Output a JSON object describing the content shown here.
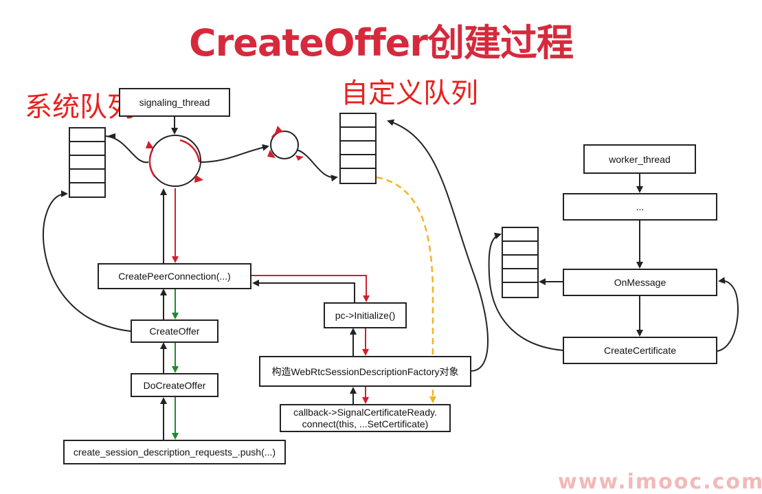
{
  "title": "CreateOffer创建过程",
  "labels": {
    "system_queue": "系统队列",
    "custom_queue": "自定义队列"
  },
  "boxes": {
    "signaling_thread": "signaling_thread",
    "worker_thread": "worker_thread",
    "ellipsis": "...",
    "on_message": "OnMessage",
    "create_certificate": "CreateCertificate",
    "create_peer_connection": "CreatePeerConnection(...)",
    "create_offer": "CreateOffer",
    "do_create_offer": "DoCreateOffer",
    "push_requests": "create_session_description_requests_.push(...)",
    "pc_initialize": "pc->Initialize()",
    "construct_factory": "构造WebRtcSessionDescriptionFactory对象",
    "callback_line1": "callback->SignalCertificateReady.",
    "callback_line2": "connect(this, ...SetCertificate)"
  },
  "watermark": "www.imooc.com",
  "colors": {
    "title": "#d62a3c",
    "label": "#e8211f",
    "red_arrow": "#d0202e",
    "green_arrow": "#1e8a2e",
    "yellow_dashed": "#f2b322",
    "black_arrow": "#222222"
  }
}
